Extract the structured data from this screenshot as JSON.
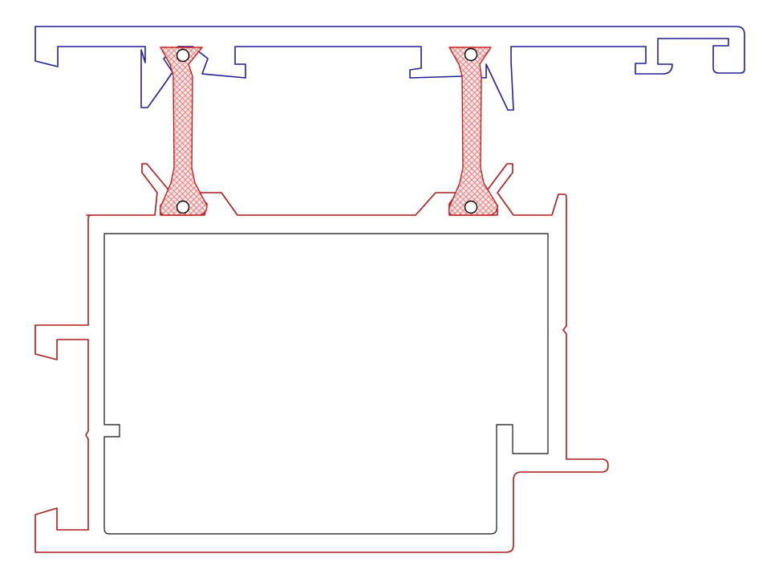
{
  "colors": {
    "outer_profile": "#1f1f9a",
    "inner_profile": "#b01818",
    "chamber": "#111111",
    "thermal_break_stroke": "#c81e1e",
    "thermal_break_hatch": "#ee6b6b",
    "thermal_break_fill": "#fdeaea",
    "pin": "#000000",
    "background": "#ffffff"
  },
  "parts": [
    {
      "name": "outer-aluminium-profile",
      "color_key": "outer_profile"
    },
    {
      "name": "inner-aluminium-profile",
      "color_key": "inner_profile"
    },
    {
      "name": "hollow-chamber",
      "color_key": "chamber"
    },
    {
      "name": "thermal-break-strip",
      "count": 2,
      "pattern": "cross-hatch",
      "color_key": "thermal_break_stroke"
    },
    {
      "name": "keying-pin",
      "count": 4,
      "color_key": "pin"
    }
  ]
}
